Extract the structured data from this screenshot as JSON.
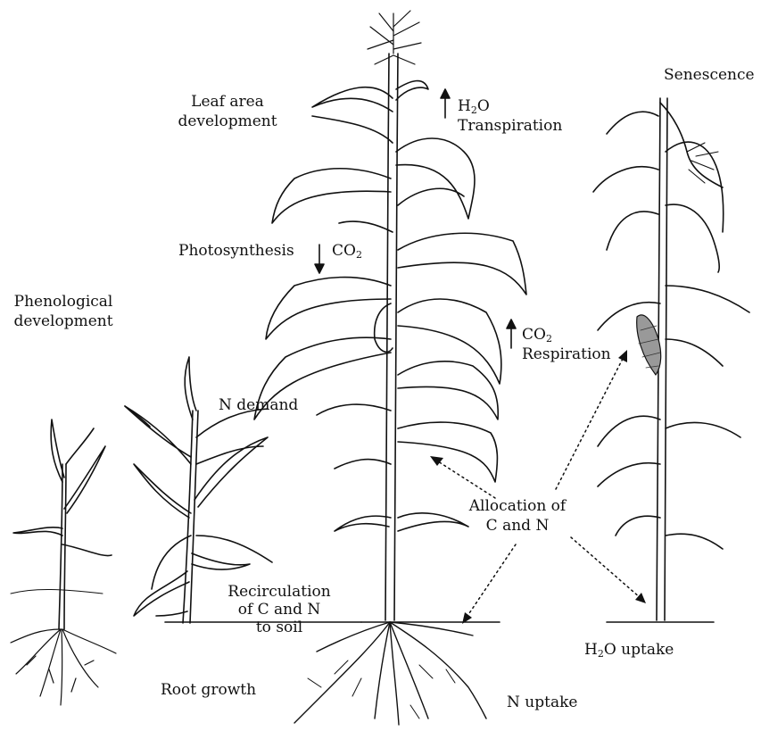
{
  "labels": {
    "leaf_area": [
      "Leaf area",
      "development"
    ],
    "transpiration": {
      "molecule": "H",
      "sub": "2",
      "tail": "O",
      "process": "Transpiration"
    },
    "senescence": "Senescence",
    "photosynthesis": {
      "process": "Photosynthesis",
      "molecule": "CO",
      "sub": "2"
    },
    "phenological": [
      "Phenological",
      "development"
    ],
    "respiration": {
      "molecule": "CO",
      "sub": "2",
      "process": "Respiration"
    },
    "n_demand": "N demand",
    "allocation": [
      "Allocation of",
      "C and N"
    ],
    "recirculation": [
      "Recirculation",
      "of C and N",
      "to soil"
    ],
    "h2o_uptake": {
      "molecule": "H",
      "sub": "2",
      "tail": "O uptake"
    },
    "root_growth": "Root growth",
    "n_uptake": "N uptake"
  },
  "colors": {
    "ink": "#111111",
    "background": "#ffffff"
  }
}
